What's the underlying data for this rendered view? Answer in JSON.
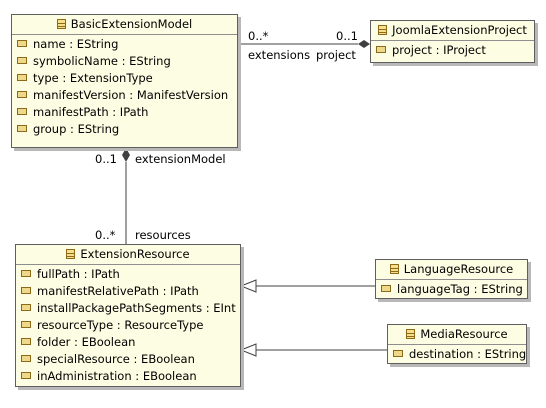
{
  "classes": {
    "basic": {
      "name": "BasicExtensionModel",
      "attributes": [
        "name : EString",
        "symbolicName : EString",
        "type : ExtensionType",
        "manifestVersion : ManifestVersion",
        "manifestPath : IPath",
        "group : EString"
      ]
    },
    "joomla": {
      "name": "JoomlaExtensionProject",
      "attributes": [
        "project : IProject"
      ]
    },
    "resource": {
      "name": "ExtensionResource",
      "attributes": [
        "fullPath : IPath",
        "manifestRelativePath : IPath",
        "installPackagePathSegments : EInt",
        "resourceType : ResourceType",
        "folder : EBoolean",
        "specialResource : EBoolean",
        "inAdministration : EBoolean"
      ]
    },
    "language": {
      "name": "LanguageResource",
      "attributes": [
        "languageTag : EString"
      ]
    },
    "media": {
      "name": "MediaResource",
      "attributes": [
        "destination : EString"
      ]
    }
  },
  "associations": {
    "extensions": {
      "source_multiplicity": "0..*",
      "source_role": "extensions",
      "target_multiplicity": "0..1",
      "target_role": "project"
    },
    "resources": {
      "owner_multiplicity": "0..1",
      "owner_role": "extensionModel",
      "part_multiplicity": "0..*",
      "part_role": "resources"
    }
  },
  "colors": {
    "class_fill": "#fdfde3",
    "class_border": "#5f5f5f",
    "edge": "#404040"
  }
}
